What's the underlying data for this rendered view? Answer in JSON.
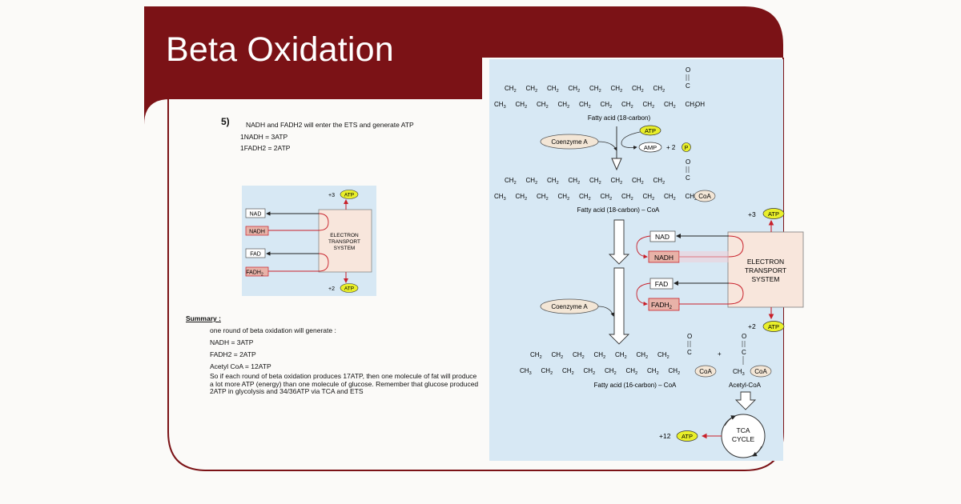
{
  "slide": {
    "title": "Beta Oxidation",
    "step_number": "5)",
    "step_lines": [
      "NADH  and FADH2 will enter the ETS and generate ATP",
      "1NADH = 3ATP",
      "1FADH2 = 2ATP"
    ],
    "summary_heading": "Summary :",
    "summary_lines": [
      "one round of beta oxidation will generate :",
      "NADH = 3ATP",
      "FADH2 = 2ATP",
      "Acetyl CoA = 12ATP"
    ],
    "summary_paragraph": "So if each round of beta oxidation produces 17ATP, then one molecule of fat will produce a lot more ATP (energy) than one molecule of glucose. Remember that glucose produced 2ATP in glycolysis and 34/36ATP  via TCA and ETS"
  },
  "small_diagram": {
    "top_yield": "+3",
    "bottom_yield": "+2",
    "atp": "ATP",
    "nad": "NAD",
    "nadh": "NADH",
    "fad": "FAD",
    "fadh2": "FADH",
    "fadh2_sub": "2",
    "ets_line1": "ELECTRON",
    "ets_line2": "TRANSPORT",
    "ets_line3": "SYSTEM"
  },
  "figure": {
    "ch2": "CH",
    "ch3": "CH",
    "sub2": "2",
    "sub3": "3",
    "c": "C",
    "o": "O",
    "oh": "OH",
    "coa": "CoA",
    "label_fatty_acid": "Fatty acid (18-carbon)",
    "label_fatty_acid_coa": "Fatty acid (18-carbon) – CoA",
    "label_fatty_acid_coa2": "Fatty acid (16-carbon) – CoA",
    "label_acetyl_coa": "Acetyl-CoA",
    "coenzyme_a": "Coenzyme A",
    "atp": "ATP",
    "amp": "AMP",
    "plus2": "+ 2",
    "p": "P",
    "plus": "+",
    "yield_top": "+3",
    "yield_mid": "+2",
    "yield_tca": "+12",
    "nad": "NAD",
    "nadh": "NADH",
    "fad": "FAD",
    "fadh2": "FADH",
    "fadh2_sub": "2",
    "ets_line1": "ELECTRON",
    "ets_line2": "TRANSPORT",
    "ets_line3": "SYSTEM",
    "tca_line1": "TCA",
    "tca_line2": "CYCLE"
  },
  "colors": {
    "banner": "#7b1216",
    "figure_bg": "#d7e8f4",
    "ets_fill": "#f8e6dc",
    "atp_fill": "#e9ef2a",
    "reduced_fill": "#e8b2a8",
    "red_line": "#c8202a"
  }
}
